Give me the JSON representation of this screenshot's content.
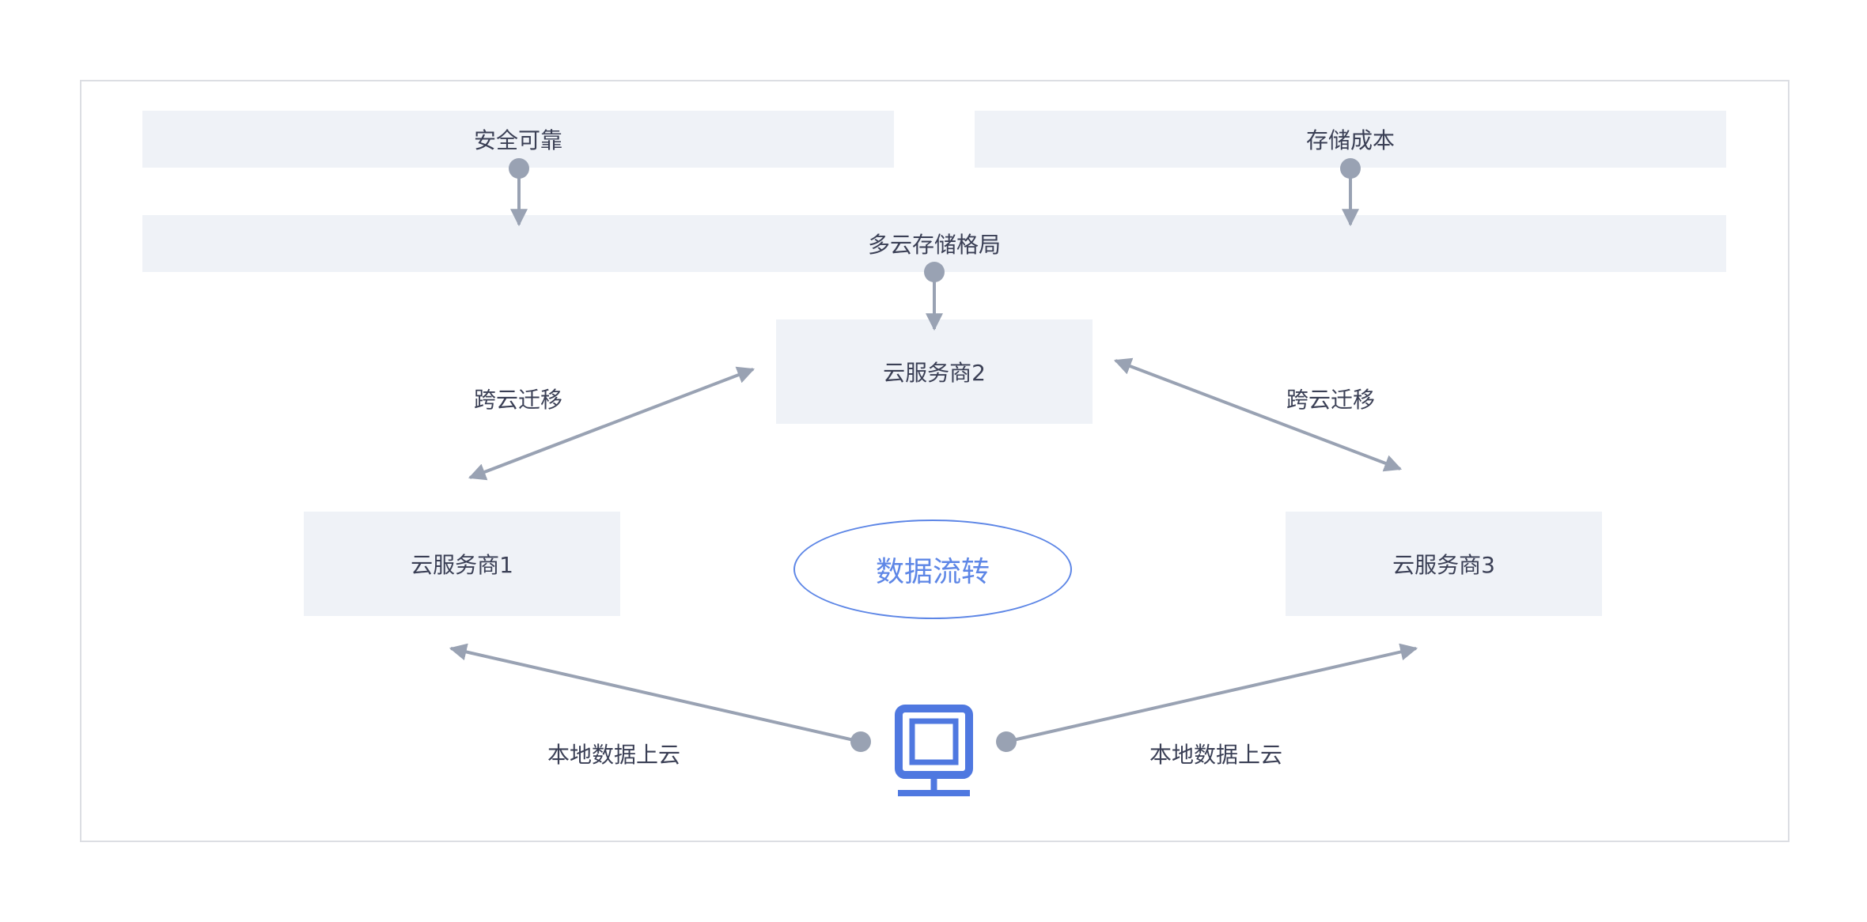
{
  "top_left": "安全可靠",
  "top_right": "存储成本",
  "pattern": "多云存储格局",
  "provider1": "云服务商1",
  "provider2": "云服务商2",
  "provider3": "云服务商3",
  "center": "数据流转",
  "migrate_left": "跨云迁移",
  "migrate_right": "跨云迁移",
  "upload_left": "本地数据上云",
  "upload_right": "本地数据上云",
  "icons": {
    "local": "computer-icon"
  },
  "colors": {
    "box": "#eff2f7",
    "arrow": "#99a2b3",
    "accent": "#4f78e0",
    "text": "#3a3f55"
  }
}
